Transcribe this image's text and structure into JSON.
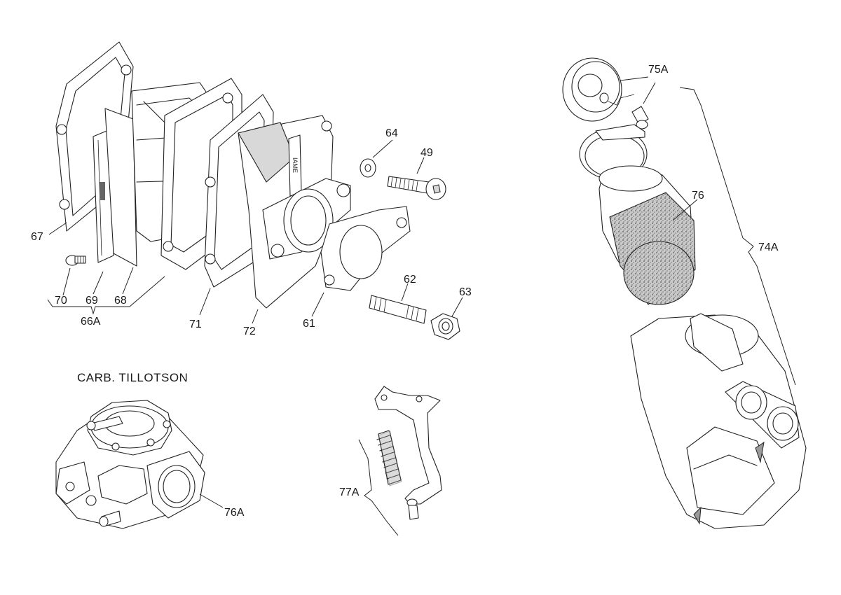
{
  "title": "CARB. TILLOTSON",
  "part_labels": {
    "p49": "49",
    "p61": "61",
    "p62": "62",
    "p63": "63",
    "p64": "64",
    "p66A": "66A",
    "p67": "67",
    "p68": "68",
    "p69": "69",
    "p70": "70",
    "p71": "71",
    "p72": "72",
    "p74A": "74A",
    "p75A": "75A",
    "p76": "76",
    "p76A": "76A",
    "p77A": "77A"
  },
  "colors": {
    "line": "#222222",
    "background": "#ffffff",
    "filter_texture": "#9a9a9a"
  }
}
